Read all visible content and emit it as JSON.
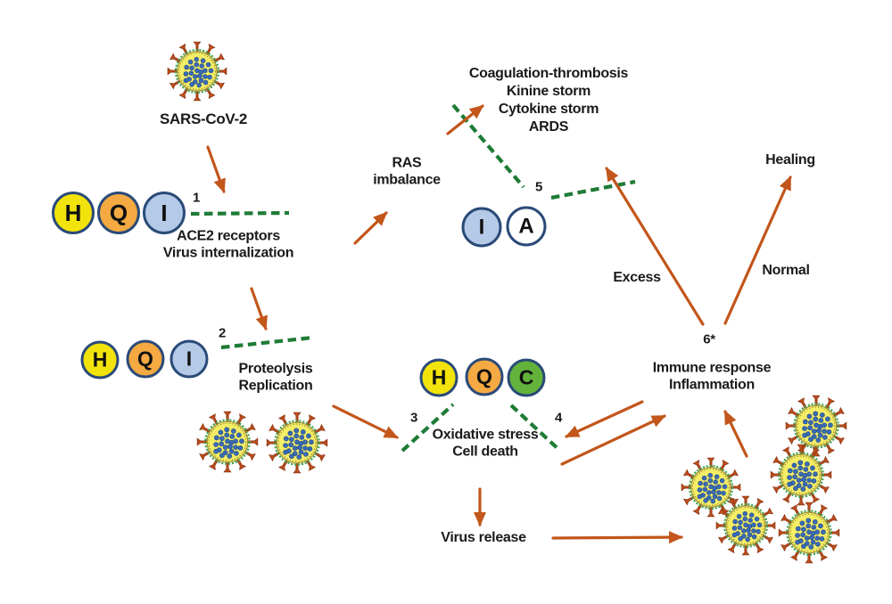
{
  "figure": {
    "subject": "SARS-CoV-2 infection steps and drug intervention diagram"
  },
  "colors": {
    "arrow": "#C2561B",
    "dashed_inhibition": "#1E7B35",
    "text": "#1A1A1A",
    "circle_border": "#2A4A78",
    "drug_h": "#F2E30C",
    "drug_q": "#F4A942",
    "drug_i": "#B5CAE7",
    "drug_c": "#63B23B",
    "drug_a": "#FFFFFF"
  },
  "icons": {
    "virus": "coronavirus-virion"
  },
  "labels": {
    "sars": "SARS-CoV-2",
    "step1": "1",
    "ace2_1": "ACE2 receptors",
    "ace2_2": "Virus internalization",
    "ras_1": "RAS",
    "ras_2": "imbalance",
    "coag_1": "Coagulation-thrombosis",
    "coag_2": "Kinine storm",
    "coag_3": "Cytokine storm",
    "coag_4": "ARDS",
    "step5": "5",
    "healing": "Healing",
    "excess": "Excess",
    "normal": "Normal",
    "step2": "2",
    "prot_1": "Proteolysis",
    "prot_2": "Replication",
    "step3": "3",
    "oxid_1": "Oxidative stress",
    "oxid_2": "Cell death",
    "step4": "4",
    "step6": "6*",
    "immune_1": "Immune response",
    "immune_2": "Inflammation",
    "virus_release": "Virus release"
  },
  "drugs": {
    "g1": [
      {
        "letter": "H",
        "fill": "#F2E30C"
      },
      {
        "letter": "Q",
        "fill": "#F4A942"
      },
      {
        "letter": "I",
        "fill": "#B5CAE7"
      }
    ],
    "g2": [
      {
        "letter": "H",
        "fill": "#F2E30C"
      },
      {
        "letter": "Q",
        "fill": "#F4A942"
      },
      {
        "letter": "I",
        "fill": "#B5CAE7"
      }
    ],
    "g3": [
      {
        "letter": "H",
        "fill": "#F2E30C"
      },
      {
        "letter": "Q",
        "fill": "#F4A942"
      },
      {
        "letter": "C",
        "fill": "#63B23B"
      }
    ],
    "g4": [
      {
        "letter": "I",
        "fill": "#B5CAE7"
      },
      {
        "letter": "A",
        "fill": "#FFFFFF"
      }
    ]
  }
}
